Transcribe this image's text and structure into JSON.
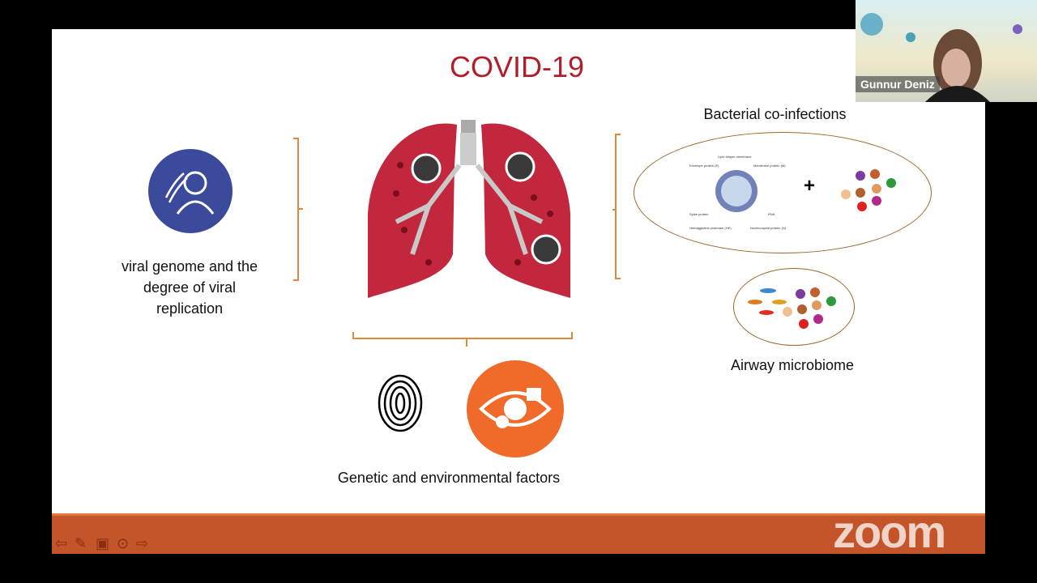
{
  "slide": {
    "title": "COVID-19",
    "left_label": "viral genome and the degree of viral replication",
    "bottom_label": "Genetic and environmental factors",
    "right_top_label": "Bacterial co-infections",
    "right_bottom_label": "Airway microbiome",
    "plus": "+",
    "virus_labels": {
      "lipid": "Lipid bilayer membrane",
      "envelope": "Envelope protein (E)",
      "membrane": "Membrane protein (M)",
      "spike": "Spike protein",
      "rna": "RNA",
      "he": "Hemagglutinin-esterase (HE)",
      "n": "Nucleocapsid protein (N)"
    }
  },
  "video": {
    "participant_name": "Gunnur Deniz"
  },
  "branding": {
    "logo": "zoom"
  },
  "colors": {
    "title": "#b11e2a",
    "footer": "#c4552a",
    "bracket": "#e0893a",
    "circle_blue": "#3b4a9a",
    "circle_orange": "#f06a2a",
    "lung": "#c2273e"
  }
}
